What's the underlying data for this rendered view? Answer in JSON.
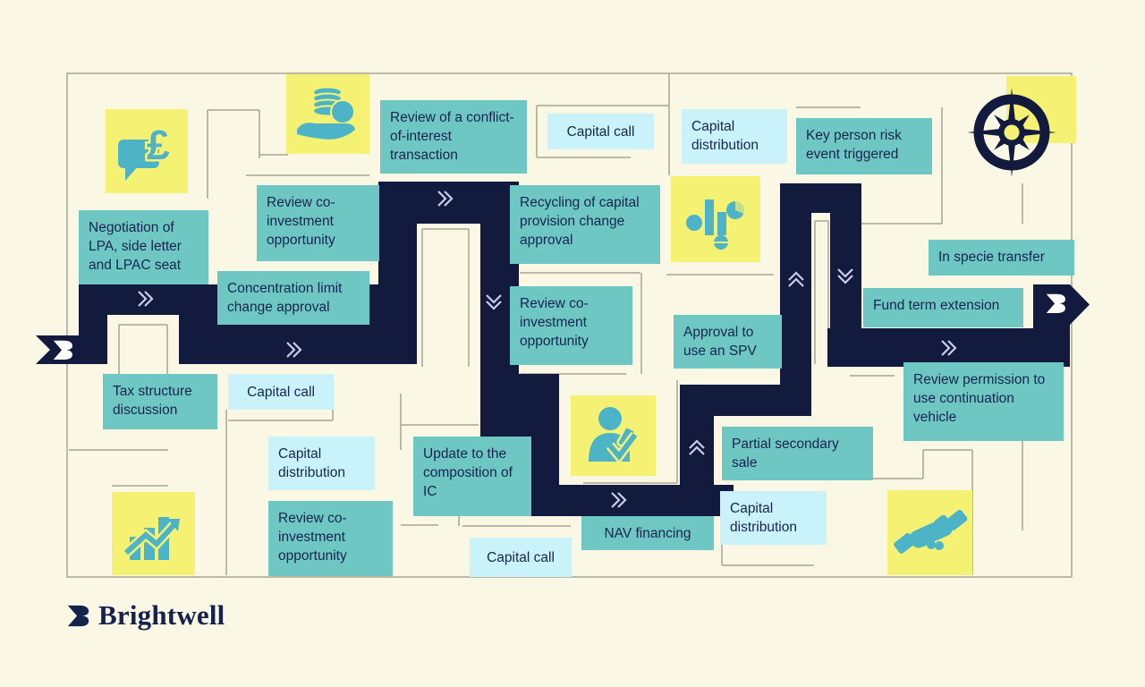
{
  "brand": {
    "logo_text": "Brightwell"
  },
  "colors": {
    "background": "#faf7e4",
    "path_navy": "#121a3e",
    "label_teal": "#6fc7c4",
    "label_cyan": "#c9f2fb",
    "icon_tile_yellow": "#f4f173",
    "icon_teal": "#4db4c7",
    "maze_line": "#aaa491",
    "chevron": "#c9cde8",
    "text_navy": "#16254e"
  },
  "labels": [
    {
      "text": "Negotiation of LPA, side letter and LPAC seat",
      "variant": "teal"
    },
    {
      "text": "Review co-investment opportunity",
      "variant": "teal"
    },
    {
      "text": "Concentration limit change approval",
      "variant": "teal"
    },
    {
      "text": "Review of a conflict-of-interest transaction",
      "variant": "teal"
    },
    {
      "text": "Capital call",
      "variant": "cyan"
    },
    {
      "text": "Recycling of capital provision change approval",
      "variant": "teal"
    },
    {
      "text": "Capital distribution",
      "variant": "cyan"
    },
    {
      "text": "Key person risk event triggered",
      "variant": "teal"
    },
    {
      "text": "Review co-investment opportunity",
      "variant": "teal"
    },
    {
      "text": "Approval to use an SPV",
      "variant": "teal"
    },
    {
      "text": "In specie transfer",
      "variant": "teal"
    },
    {
      "text": "Fund term extension",
      "variant": "teal"
    },
    {
      "text": "Review permission to use continuation vehicle",
      "variant": "teal"
    },
    {
      "text": "Partial secondary sale",
      "variant": "teal"
    },
    {
      "text": "Capital distribution",
      "variant": "cyan"
    },
    {
      "text": "NAV financing",
      "variant": "teal"
    },
    {
      "text": "Capital call",
      "variant": "cyan"
    },
    {
      "text": "Update to the composition of IC",
      "variant": "teal"
    },
    {
      "text": "Capital distribution",
      "variant": "cyan"
    },
    {
      "text": "Review co-investment opportunity",
      "variant": "teal"
    },
    {
      "text": "Tax structure discussion",
      "variant": "teal"
    },
    {
      "text": "Capital call",
      "variant": "cyan"
    }
  ],
  "icon_tiles": [
    {
      "name": "pound-conversation-icon"
    },
    {
      "name": "coins-in-hand-icon"
    },
    {
      "name": "charts-icon"
    },
    {
      "name": "compass-icon"
    },
    {
      "name": "person-approval-icon"
    },
    {
      "name": "handshake-icon"
    },
    {
      "name": "growth-chart-icon"
    }
  ],
  "path_markers": {
    "entry": "brightwell-flag-start",
    "exit": "brightwell-flag-end"
  }
}
